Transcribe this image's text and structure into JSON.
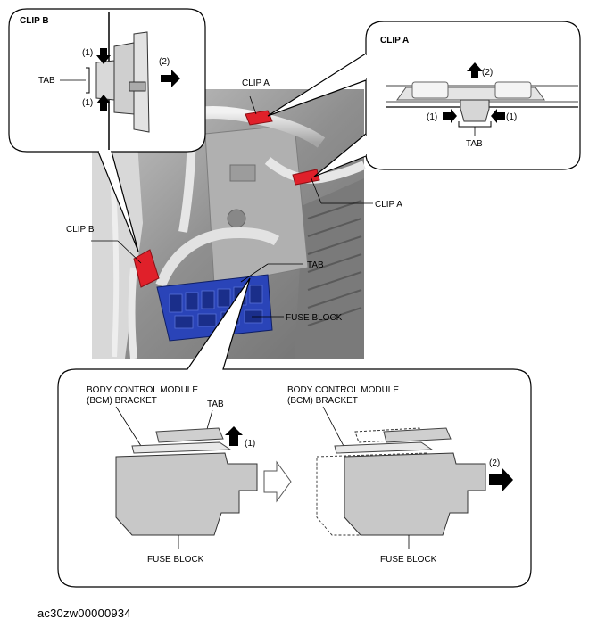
{
  "callouts": {
    "clip_b": {
      "title": "CLIP B",
      "tab": "TAB",
      "step1_top": "(1)",
      "step1_bottom": "(1)",
      "step2": "(2)"
    },
    "clip_a": {
      "title": "CLIP A",
      "tab": "TAB",
      "step1_left": "(1)",
      "step1_right": "(1)",
      "step2": "(2)"
    }
  },
  "photo_labels": {
    "clip_a_top": "CLIP A",
    "clip_a_right": "CLIP A",
    "clip_b": "CLIP B",
    "tab": "TAB",
    "fuse_block": "FUSE BLOCK"
  },
  "detail": {
    "left": {
      "bracket_line1": "BODY CONTROL MODULE",
      "bracket_line2": "(BCM) BRACKET",
      "tab": "TAB",
      "step1": "(1)",
      "fuse_block": "FUSE BLOCK"
    },
    "right": {
      "bracket_line1": "BODY CONTROL MODULE",
      "bracket_line2": "(BCM) BRACKET",
      "step2": "(2)",
      "fuse_block": "FUSE BLOCK"
    }
  },
  "figure_id": "ac30zw00000934",
  "colors": {
    "clip_red": "#e0202a",
    "fuse_blue": "#2a44b8",
    "housing_gray": "#c8c8c8",
    "photo_bg": "#9a9a9a"
  }
}
